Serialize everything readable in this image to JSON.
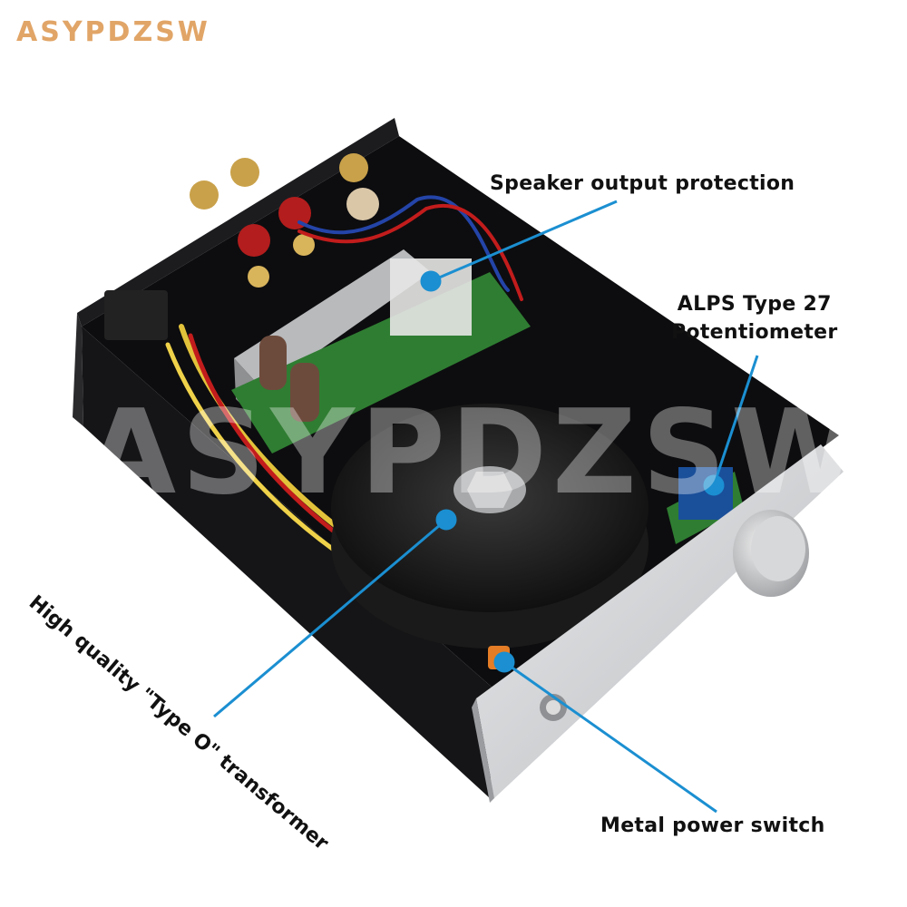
{
  "brand": "ASYPDZSW",
  "watermark": "ASYPDZSW",
  "callouts": {
    "speaker_protection": "Speaker output protection",
    "potentiometer_line1": "ALPS Type 27",
    "potentiometer_line2": "Potentiometer",
    "power_switch": "Metal power switch",
    "transformer": "High quality \"Type O\" transformer"
  },
  "colors": {
    "brand": "#e1a567",
    "callout_line": "#1b8fd1",
    "chassis": "#0d0d0f",
    "front_panel": "#cfd0d2",
    "pcb": "#2f7d32"
  }
}
